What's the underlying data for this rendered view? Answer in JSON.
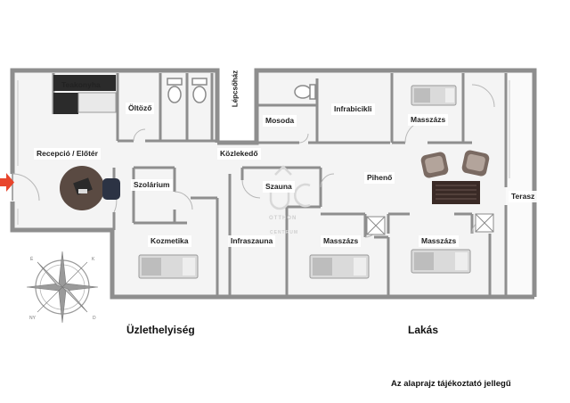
{
  "rooms": {
    "teakonyha": "Teakonyha",
    "oltozo": "Öltöző",
    "lepcsohaz": "Lépcsőház",
    "mosoda": "Mosoda",
    "infrabicikli": "Infrabicikli",
    "masszazs_top": "Masszázs",
    "recepcio": "Recepció / Előtér",
    "kozlekedo": "Közlekedő",
    "szolarium": "Szolárium",
    "szauna": "Szauna",
    "piheno": "Pihenő",
    "terasz": "Terasz",
    "kozmetika": "Kozmetika",
    "infraszauna": "Infraszauna",
    "masszazs_mid": "Masszázs",
    "masszazs_right": "Masszázs"
  },
  "sections": {
    "left": "Üzlethelyiség",
    "right": "Lakás"
  },
  "note": "Az alaprajz tájékoztató jellegű",
  "watermark": {
    "line1": "OTTHON",
    "line2": "CENTRUM"
  },
  "colors": {
    "wall": "#8e8e8e",
    "floor": "#f5f5f5",
    "entrance_arrow": "#e8452c",
    "compass": "#8a8a8a"
  }
}
